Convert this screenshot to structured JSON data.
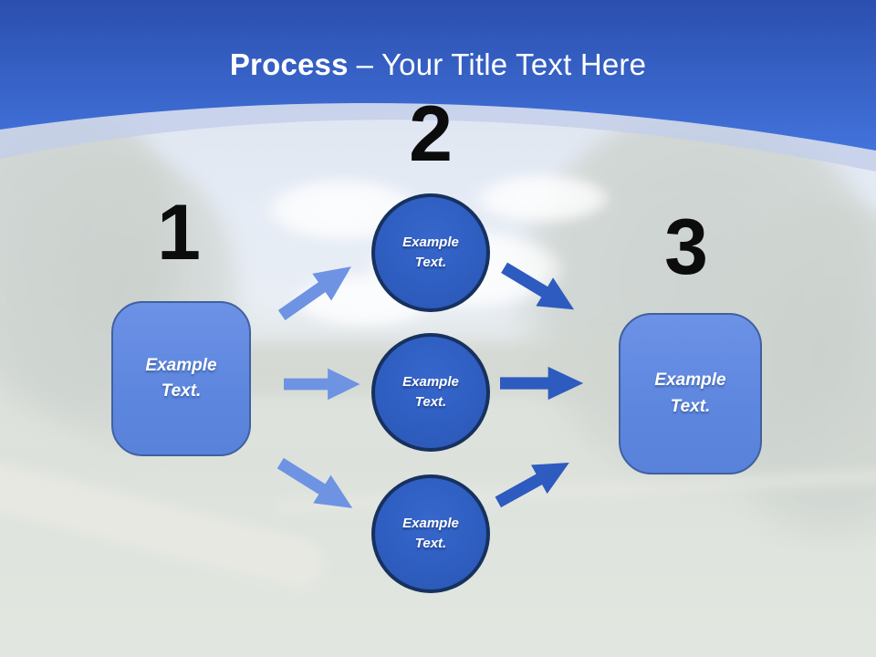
{
  "slide": {
    "title_bold": "Process",
    "title_rest": "– Your Title Text Here",
    "numbers": {
      "one": "1",
      "two": "2",
      "three": "3"
    },
    "left_box": {
      "label": "Example Text."
    },
    "right_box": {
      "label": "Example Text."
    },
    "circles": [
      {
        "label": "Example Text."
      },
      {
        "label": "Example Text."
      },
      {
        "label": "Example Text."
      }
    ],
    "arrows": [
      {
        "id": "left-top",
        "direction": "up-right",
        "color": "#6e93e3"
      },
      {
        "id": "left-middle",
        "direction": "right",
        "color": "#6e93e3"
      },
      {
        "id": "left-bottom",
        "direction": "down-right",
        "color": "#6e93e3"
      },
      {
        "id": "right-top",
        "direction": "down-right",
        "color": "#2d5bbf"
      },
      {
        "id": "right-middle",
        "direction": "right",
        "color": "#2d5bbf"
      },
      {
        "id": "right-bottom",
        "direction": "up-right",
        "color": "#2d5bbf"
      }
    ],
    "colors": {
      "header_top": "#2b4faf",
      "header_bottom": "#4273db",
      "header_band": "#c3cee9",
      "title_text": "#ffffff",
      "box_fill": "#608ae0",
      "box_border": "#40609f",
      "circle_fill": "#2f5ec1",
      "circle_border": "#17315f",
      "arrow_light": "#6e93e3",
      "arrow_dark": "#2d5bbf",
      "number_color": "#0c0c0c"
    }
  }
}
